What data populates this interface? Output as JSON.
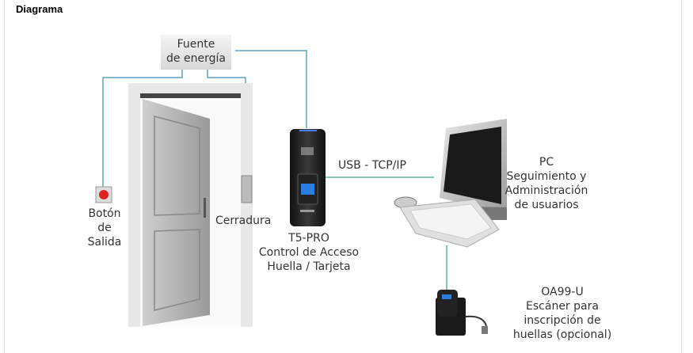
{
  "title": "Diagrama",
  "power_supply": {
    "line1": "Fuente",
    "line2": "de energía"
  },
  "exit_button": {
    "line1": "Botón",
    "line2": "de",
    "line3": "Salida"
  },
  "lock": {
    "label": "Cerradura"
  },
  "reader": {
    "line1": "T5-PRO",
    "line2": "Control de Acceso",
    "line3": "Huella / Tarjeta"
  },
  "connection": {
    "label": "USB - TCP/IP"
  },
  "pc": {
    "line1": "PC",
    "line2": "Seguimiento y",
    "line3": "Administración",
    "line4": "de usuarios"
  },
  "scanner": {
    "line1": "OA99-U",
    "line2": "Escáner para",
    "line3": "inscripción de",
    "line4": "huellas (opcional)"
  },
  "colors": {
    "wire": "#5aa3c4",
    "usb": "#5fb89a"
  }
}
